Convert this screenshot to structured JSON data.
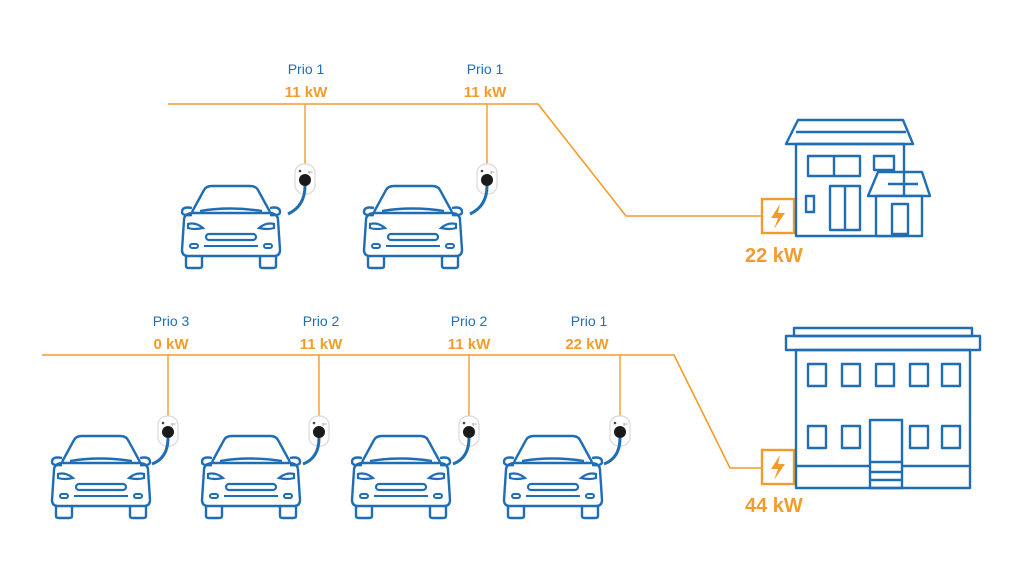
{
  "colors": {
    "line": "#f39c2b",
    "blue": "#1f6db5",
    "orange": "#f39c2b"
  },
  "top": {
    "total": "22 kW",
    "chargers": [
      {
        "prio": "Prio 1",
        "power": "11 kW"
      },
      {
        "prio": "Prio 1",
        "power": "11 kW"
      }
    ]
  },
  "bottom": {
    "total": "44 kW",
    "chargers": [
      {
        "prio": "Prio 3",
        "power": "0 kW"
      },
      {
        "prio": "Prio 2",
        "power": "11 kW"
      },
      {
        "prio": "Prio 2",
        "power": "11 kW"
      },
      {
        "prio": "Prio 1",
        "power": "22 kW"
      }
    ]
  },
  "icons": {
    "car": "car-icon",
    "charger": "wallbox-icon",
    "meter": "lightning-meter-icon",
    "house": "house-icon",
    "building": "office-building-icon"
  }
}
